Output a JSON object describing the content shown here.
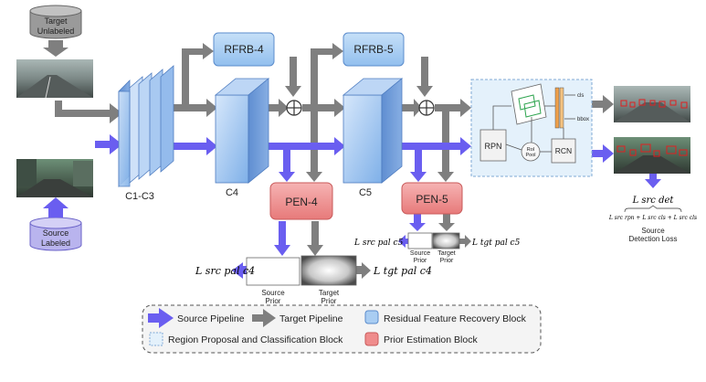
{
  "cylinders": {
    "target": [
      "Target",
      "Unlabeled"
    ],
    "source": [
      "Source",
      "Labeled"
    ]
  },
  "blocks": {
    "c1c3": "C1-C3",
    "c4": "C4",
    "c5": "C5",
    "rfrb4": "RFRB-4",
    "rfrb5": "RFRB-5",
    "pen4": "PEN-4",
    "pen5": "PEN-5"
  },
  "detector": {
    "rpn": "RPN",
    "roi_pool": [
      "RoI",
      "Pool"
    ],
    "rcn": "RCN",
    "cls": "cls",
    "bbox": "bbox"
  },
  "priors": {
    "source_prior_c4": [
      "Source",
      "Prior"
    ],
    "target_prior_c4": [
      "Target",
      "Prior"
    ],
    "source_prior_c5": [
      "Source",
      "Prior"
    ],
    "target_prior_c5": [
      "Target",
      "Prior"
    ]
  },
  "losses": {
    "pal_src_c4": "L src pal c4",
    "pal_tgt_c4": "L tgt pal c4",
    "pal_src_c5": "L src pal c5",
    "pal_tgt_c5": "L tgt pal c5",
    "det_src": "L src det",
    "det_formula": "L src rpn + L src cls + L src cls",
    "detection_label": [
      "Source",
      "Detection Loss"
    ]
  },
  "legend": {
    "source_pipeline": "Source Pipeline",
    "target_pipeline": "Target Pipeline",
    "rfrb": "Residual Feature Recovery Block",
    "rpc": "Region Proposal and Classification Block",
    "peb": "Prior Estimation Block"
  },
  "colors": {
    "source_arrow": "#6a5ef0",
    "target_arrow": "#7f7f7f",
    "rfrb_fill": "#a9cdf2",
    "pen_fill": "#ef8c8c",
    "rpc_fill": "#e4f1fb",
    "cylinder_top": "#8a8a8a",
    "cylinder_source": "#b9b4ee"
  }
}
